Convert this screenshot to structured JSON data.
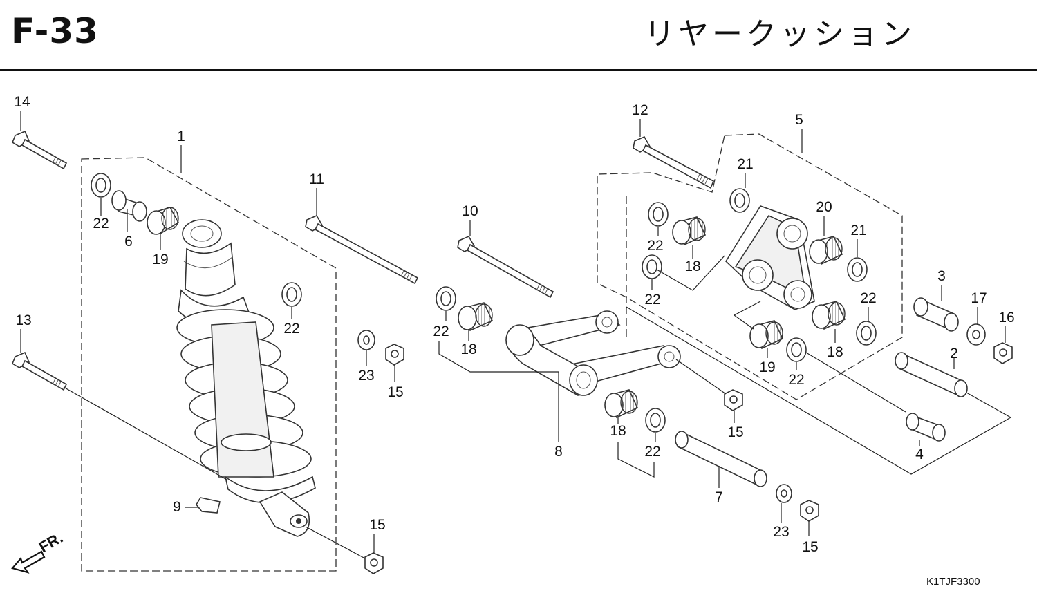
{
  "header": {
    "figure_code": "F-33",
    "title": "リヤークッション"
  },
  "footer": {
    "drawing_code": "K1TJF3300"
  },
  "direction_marker": "FR.",
  "callouts": {
    "c1": "1",
    "c2": "2",
    "c3": "3",
    "c4": "4",
    "c5": "5",
    "c6": "6",
    "c7": "7",
    "c8": "8",
    "c9": "9",
    "c10": "10",
    "c11": "11",
    "c12": "12",
    "c13": "13",
    "c14": "14",
    "c15a": "15",
    "c15b": "15",
    "c15c": "15",
    "c15d": "15",
    "c16": "16",
    "c17": "17",
    "c18a": "18",
    "c18b": "18",
    "c18c": "18",
    "c18d": "18",
    "c19a": "19",
    "c19b": "19",
    "c20": "20",
    "c21a": "21",
    "c21b": "21",
    "c22a": "22",
    "c22b": "22",
    "c22c": "22",
    "c22d": "22",
    "c22e": "22",
    "c22f": "22",
    "c22g": "22",
    "c22h": "22",
    "c23a": "23",
    "c23b": "23"
  }
}
